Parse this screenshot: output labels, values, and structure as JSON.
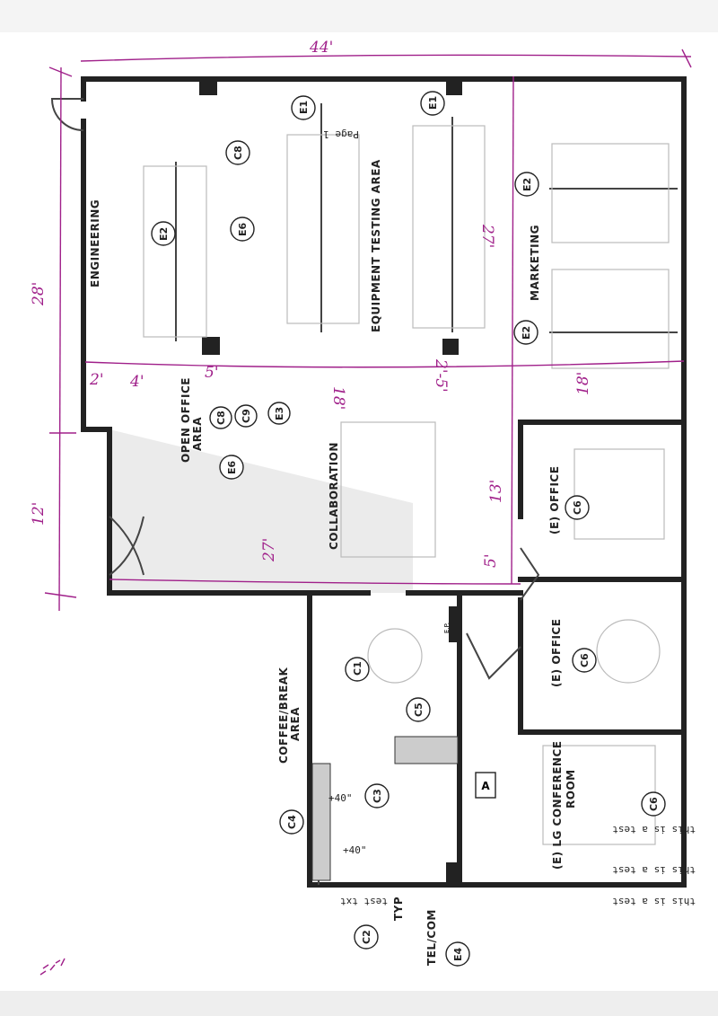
{
  "rooms": {
    "engineering": "ENGINEERING",
    "equipment_testing": "EQUIPMENT TESTING AREA",
    "marketing": "MARKETING",
    "open_office_1": "OPEN OFFICE",
    "open_office_2": "AREA",
    "collaboration": "COLLABORATION",
    "office_1": "(E) OFFICE",
    "office_2": "(E) OFFICE",
    "conference_1": "(E) LG CONFERENCE",
    "conference_2": "ROOM",
    "coffee_1": "COFFEE/BREAK",
    "coffee_2": "AREA",
    "telcom": "TEL/COM",
    "typ": "TYP"
  },
  "tags": [
    "C8",
    "E6",
    "E2",
    "E1",
    "E1",
    "E2",
    "E2",
    "C8",
    "C9",
    "E3",
    "E6",
    "C6",
    "C6",
    "C1",
    "C5",
    "C3",
    "C4",
    "C2",
    "E4",
    "C6"
  ],
  "box_label": "A",
  "ep_label": "E.P.",
  "notes": {
    "page": "Page 1",
    "test1": "this is a test",
    "test2": "this is a test",
    "test3": "this is a test",
    "test_txt": "test txt",
    "fourty_1": "+40\"",
    "fourty_2": "+40\""
  },
  "dimensions": {
    "top": "44'",
    "left_upper": "28'",
    "left_lower": "12'",
    "d_2": "2'",
    "d_4": "4'",
    "d_5a": "5'",
    "d_18a": "18'",
    "d_2_5": "2'-5'",
    "d_27a": "27'",
    "d_18b": "18'",
    "d_13": "13'",
    "d_5b": "5'",
    "d_27b": "27'"
  },
  "colors": {
    "annotation": "#a0208a",
    "walls": "#222222"
  }
}
